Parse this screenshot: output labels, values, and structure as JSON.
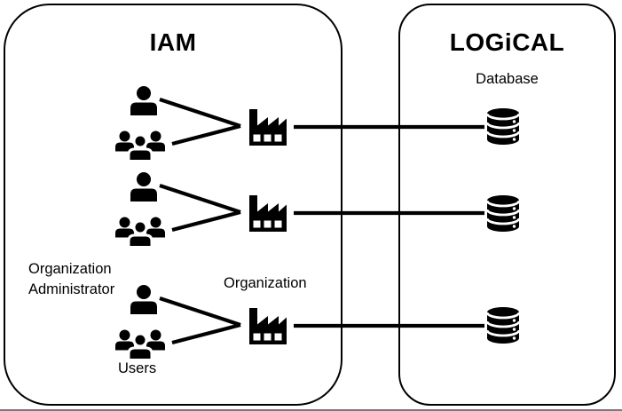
{
  "colors": {
    "ink": "#000000",
    "background": "#ffffff",
    "bottom_edge": "#7a7a7a"
  },
  "iam": {
    "title": "IAM",
    "org_admin_label": "Organization Administrator",
    "organization_label": "Organization",
    "users_label": "Users"
  },
  "logical": {
    "title": "LOGiCAL",
    "database_label": "Database"
  },
  "icons": {
    "administrator": "single-user-icon",
    "users": "users-group-icon",
    "organization": "factory-icon",
    "database": "database-cylinder-icon"
  },
  "structure": {
    "rows": 3,
    "row_pattern": "administrator + users -> organization -> database"
  }
}
